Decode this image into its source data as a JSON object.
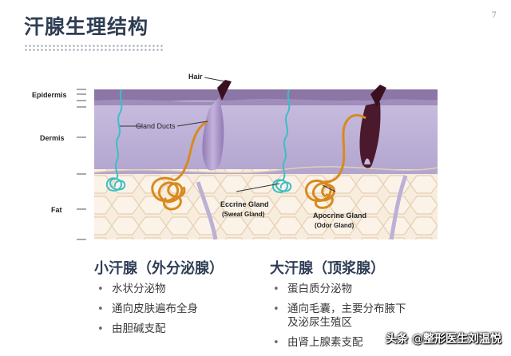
{
  "slide": {
    "title": "汗腺生理结构",
    "page_number": "7"
  },
  "diagram": {
    "labels": {
      "hair": "Hair",
      "epidermis": "Epidermis",
      "dermis": "Dermis",
      "fat": "Fat",
      "gland_ducts": "Gland Ducts",
      "eccrine_title": "Eccrine Gland",
      "eccrine_sub": "(Sweat Gland)",
      "apocrine_title": "Apocrine Gland",
      "apocrine_sub": "(Odor Gland)"
    },
    "colors": {
      "epidermis": "#8c76a6",
      "dermis": "#bcb0d6",
      "fat_cell": "#f8ecdc",
      "fat_border": "#e4cfb4",
      "eccrine": "#3dbfc4",
      "apocrine": "#d88a1e",
      "hair": "#3a1020",
      "follicle": "#a892c4"
    }
  },
  "small_gland": {
    "heading": "小汗腺（外分泌腺）",
    "bullets": [
      "水状分泌物",
      "通向皮肤遍布全身",
      "由胆碱支配"
    ]
  },
  "large_gland": {
    "heading": "大汗腺（顶浆腺）",
    "bullets": [
      {
        "line1": "蛋白质分泌物",
        "line2": ""
      },
      {
        "line1": "通向毛囊，主要分布腋下",
        "line2": "及泌尿生殖区"
      },
      {
        "line1": "由肾上腺素支配",
        "line2": ""
      }
    ]
  },
  "watermark": {
    "prefix": "头条",
    "at": "@",
    "handle": "整形医生刘温悦"
  }
}
